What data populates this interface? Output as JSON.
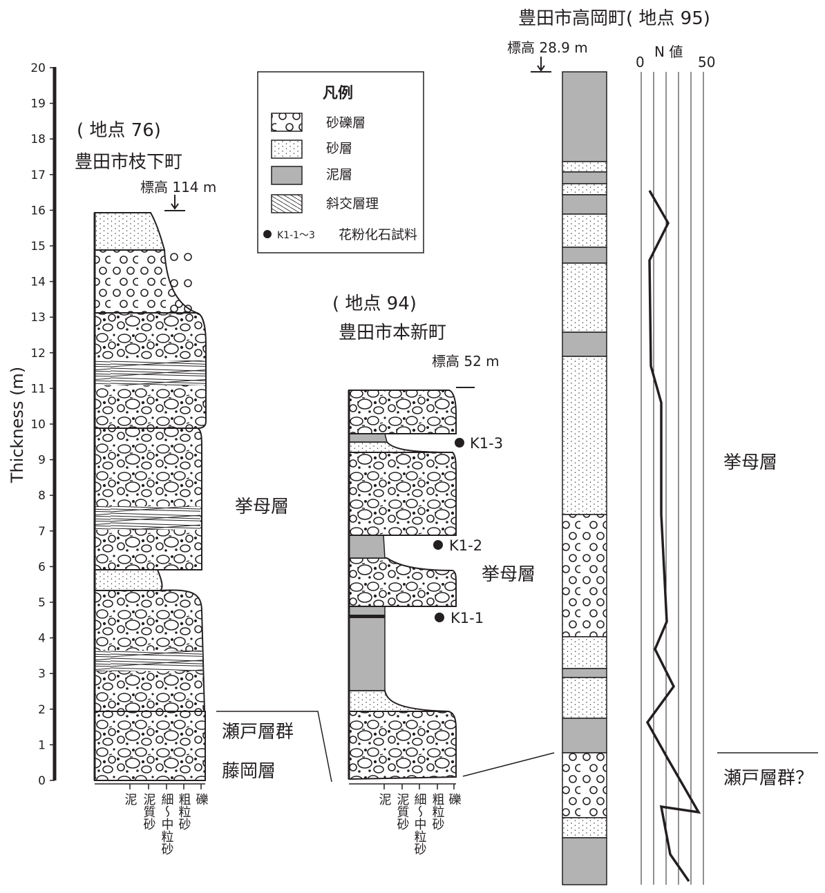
{
  "axis": {
    "label": "Thickness (m)",
    "ticks": [
      "0",
      "1",
      "2",
      "3",
      "4",
      "5",
      "6",
      "7",
      "8",
      "9",
      "10",
      "11",
      "12",
      "13",
      "14",
      "15",
      "16",
      "17",
      "18",
      "19",
      "20"
    ]
  },
  "legend": {
    "title": "凡例",
    "items": [
      {
        "pattern": "gravel",
        "label": "砂礫層"
      },
      {
        "pattern": "sand",
        "label": "砂層"
      },
      {
        "pattern": "mud",
        "label": "泥層"
      },
      {
        "pattern": "cross",
        "label": "斜交層理"
      }
    ],
    "sample_code": "K1-1〜3",
    "sample_label": "花粉化石試料"
  },
  "site76": {
    "number": "( 地点 76)",
    "place": "豊田市枝下町",
    "elevation": "標高 114 m",
    "formation_upper": "挙母層",
    "group_lower": "瀬戸層群",
    "formation_lower": "藤岡層",
    "grain_labels": [
      "泥",
      "泥質砂",
      "細〜中粒砂",
      "粗粒砂",
      "礫"
    ]
  },
  "site94": {
    "number": "( 地点 94)",
    "place": "豊田市本新町",
    "elevation": "標高 52 m",
    "formation": "挙母層",
    "samples": [
      "K1-3",
      "K1-2",
      "K1-1"
    ],
    "grain_labels": [
      "泥",
      "泥質砂",
      "細〜中粒砂",
      "粗粒砂",
      "礫"
    ]
  },
  "site95": {
    "title": "豊田市高岡町( 地点 95)",
    "elevation": "標高 28.9 m",
    "n_value_label": "N 値",
    "n_ticks": [
      "0",
      "50"
    ],
    "formation_upper": "挙母層",
    "group_lower": "瀬戸層群？"
  },
  "colors": {
    "ink": "#231f20",
    "mud": "#b3b3b3"
  }
}
